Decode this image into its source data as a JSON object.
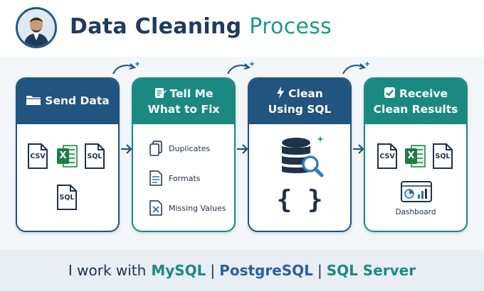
{
  "header": {
    "title_part1": "Data Cleaning",
    "title_part2": "Process"
  },
  "steps": [
    {
      "title": "Send Data",
      "icon": "folder-icon",
      "files": [
        "CSV",
        "X",
        "SQL",
        "SQL"
      ]
    },
    {
      "title_line1": "Tell Me",
      "title_line2": "What to Fix",
      "icon": "edit-note-icon",
      "items": [
        "Duplicates",
        "Formats",
        "Missing Values"
      ]
    },
    {
      "title_line1": "Clean",
      "title_line2": "Using SQL",
      "icon": "lightning-icon",
      "braces": "{ }"
    },
    {
      "title_line1": "Receive",
      "title_line2": "Clean Results",
      "icon": "checkbox-icon",
      "files": [
        "CSV",
        "X",
        "SQL"
      ],
      "dashboard": "Dashboard"
    }
  ],
  "footer": {
    "prefix": "I work with",
    "databases": [
      "MySQL",
      "PostgreSQL",
      "SQL Server"
    ],
    "separator": "|"
  },
  "colors": {
    "navy": "#21547e",
    "teal": "#1a8a80",
    "excel_green": "#1e7d45"
  }
}
